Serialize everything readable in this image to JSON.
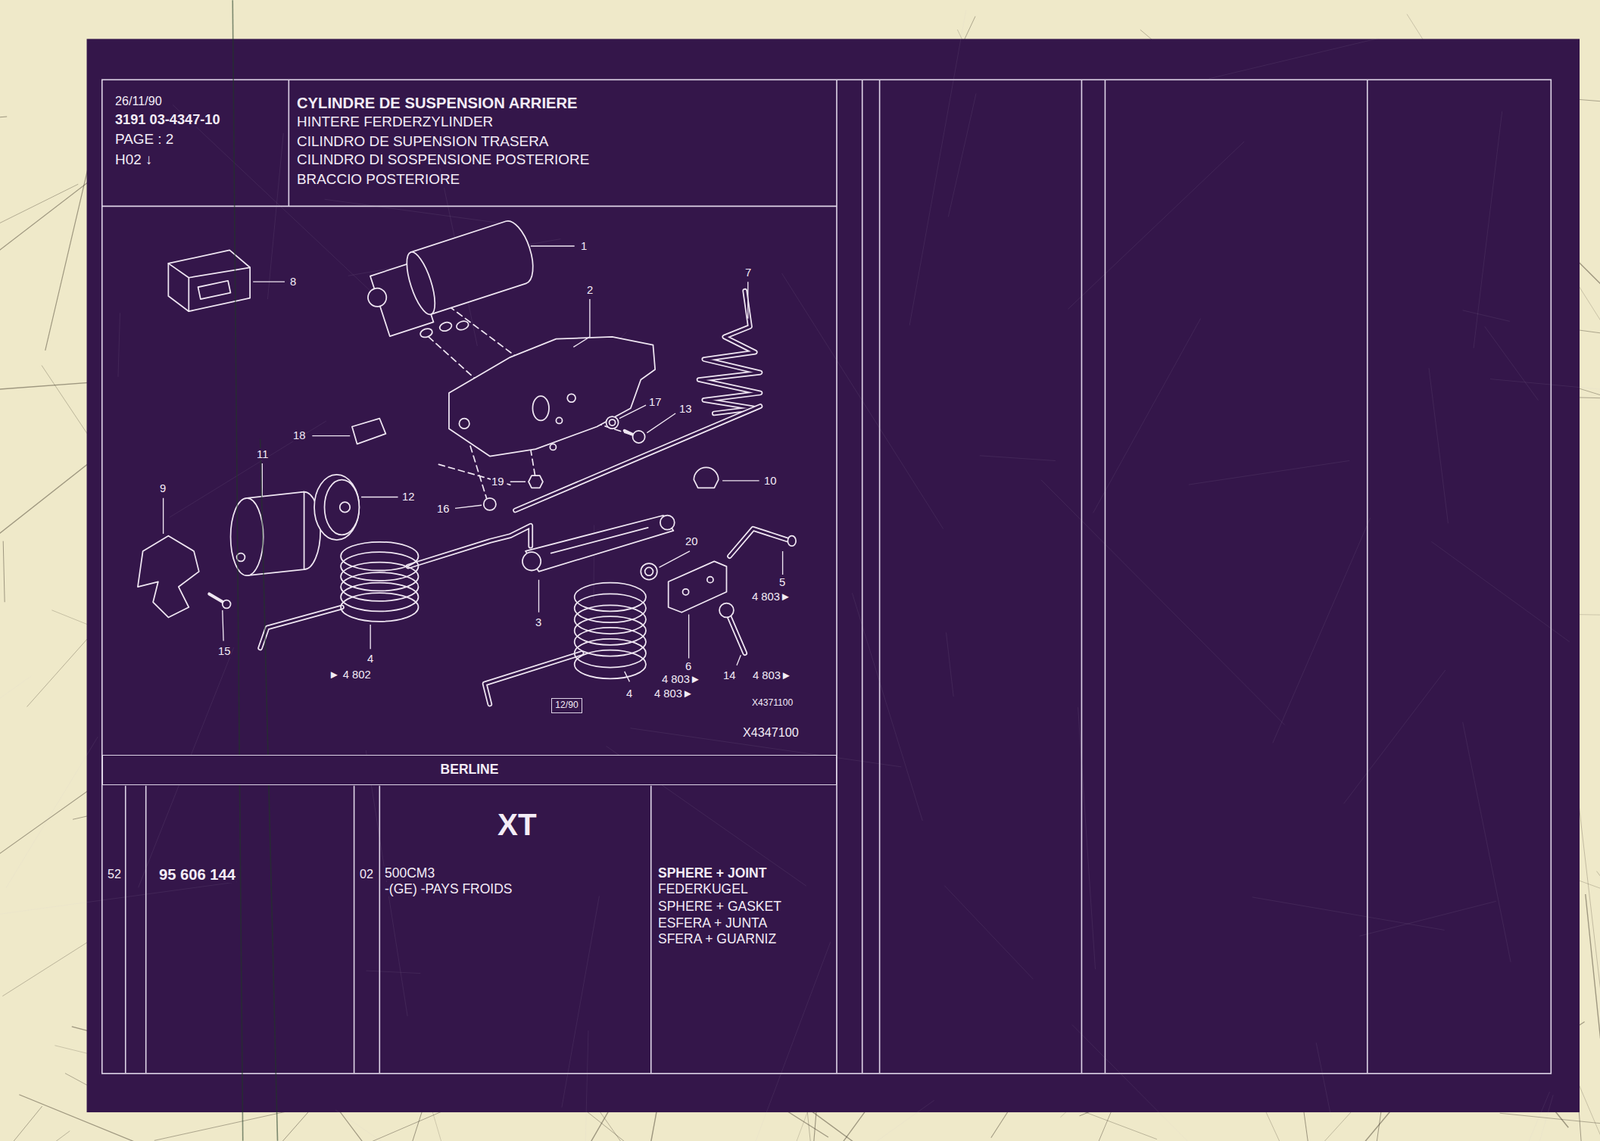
{
  "diagram": {
    "title": "CYLINDRE DE SUSPENSION ARRIERE",
    "nodes": [
      {
        "text": [
          "BERLINE"
        ]
      },
      {
        "text": [
          "12/90"
        ]
      }
    ],
    "labels": [
      "26/11/90",
      "3191 03-4347-10",
      "PAGE : 2",
      "H02 ↓",
      "HINTERE FERDERZYLINDER",
      "CILINDRO DE SUPENSION TRASERA",
      "CILINDRO DI SOSPENSIONE POSTERIORE",
      "BRACCIO POSTERIORE",
      "1",
      "2",
      "7",
      "8",
      "17",
      "13",
      "18",
      "11",
      "19",
      "10",
      "9",
      "12",
      "16",
      "20",
      "5",
      "4 803►",
      "3",
      "15",
      "4",
      "► 4 802",
      "6",
      "4 803►",
      "14",
      "4 803►",
      "4",
      "4 803►",
      "X4371100",
      "X4347100",
      "52",
      "95 606 144",
      "XT",
      "02",
      "500CM3",
      "-(GE) -PAYS FROIDS",
      "SPHERE + JOINT",
      "FEDERKUGEL",
      "SPHERE + GASKET",
      "ESFERA + JUNTA",
      "SFERA + GUARNIZ"
    ]
  }
}
